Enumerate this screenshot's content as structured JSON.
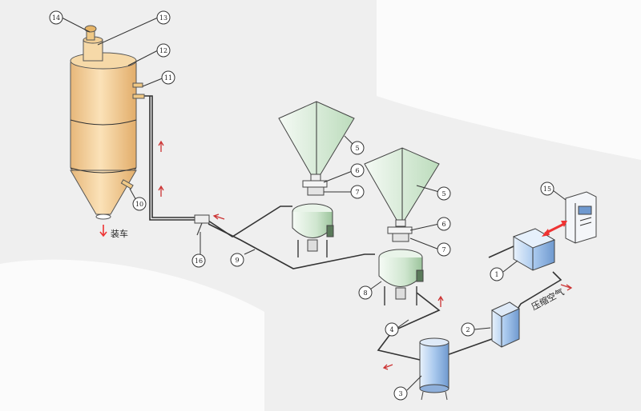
{
  "labels": {
    "c1": "1",
    "c2": "2",
    "c3": "3",
    "c4": "4",
    "c5a": "5",
    "c5b": "5",
    "c6a": "6",
    "c6b": "6",
    "c7a": "7",
    "c7b": "7",
    "c8": "8",
    "c9": "9",
    "c10": "10",
    "c11": "11",
    "c12": "12",
    "c13": "13",
    "c14": "14",
    "c15": "15",
    "c16": "16"
  },
  "texts": {
    "loading": "装车",
    "compressed_air": "压缩空气"
  },
  "colors": {
    "silo": "#f3cf98",
    "hopper": "#d8ecd7",
    "tank": "#9fc3ea",
    "cabinet": "#a9c9ee",
    "arrow": "#e33"
  }
}
